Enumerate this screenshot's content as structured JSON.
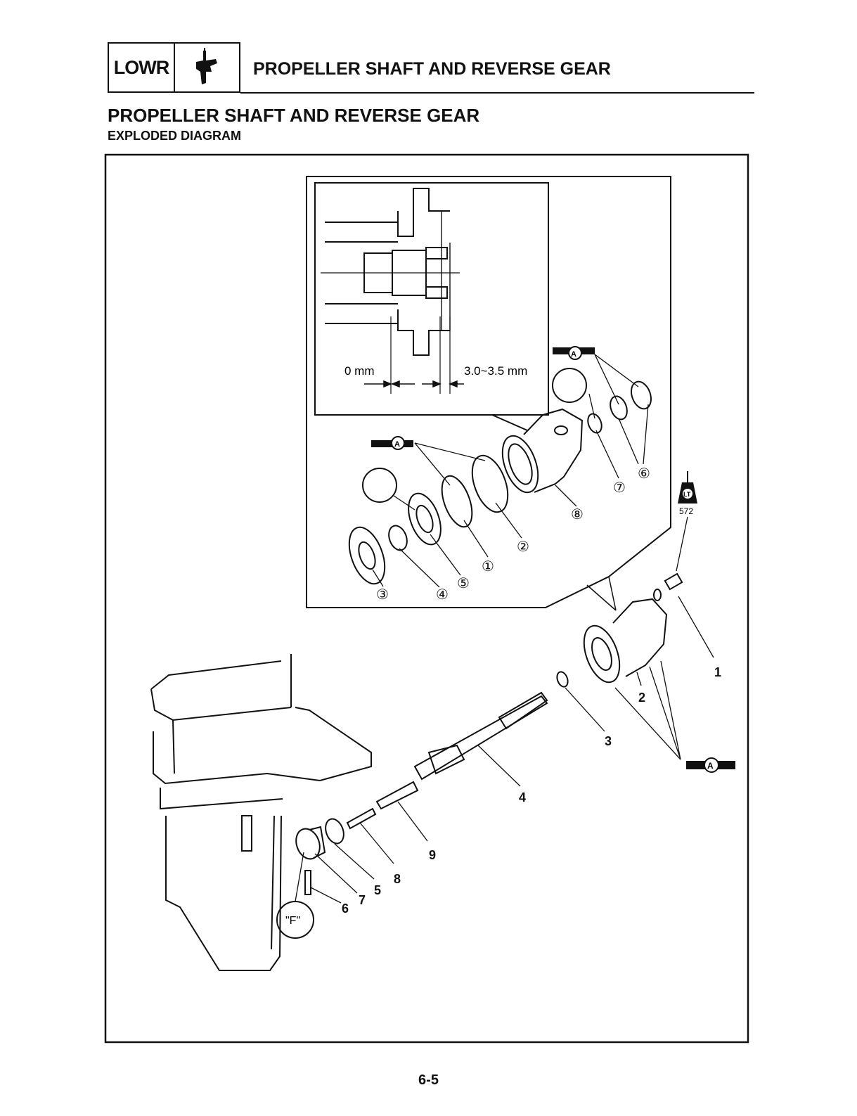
{
  "header": {
    "code": "LOWR",
    "icon": "lower-unit-icon",
    "title": "PROPELLER SHAFT AND REVERSE GEAR"
  },
  "section": {
    "title": "PROPELLER SHAFT AND REVERSE GEAR",
    "subtitle": "EXPLODED DIAGRAM"
  },
  "detail": {
    "dim_left": "0 mm",
    "dim_right": "3.0~3.5 mm"
  },
  "inset_callouts": [
    "①",
    "②",
    "③",
    "④",
    "⑤",
    "⑥",
    "⑦",
    "⑧"
  ],
  "main_callouts": [
    "1",
    "2",
    "3",
    "4",
    "5",
    "6",
    "7",
    "8",
    "9"
  ],
  "symbols": {
    "grease": "A",
    "locktite": "LT",
    "locktite_number": "572",
    "forward_mark": "\"F\""
  },
  "page_number": "6-5"
}
